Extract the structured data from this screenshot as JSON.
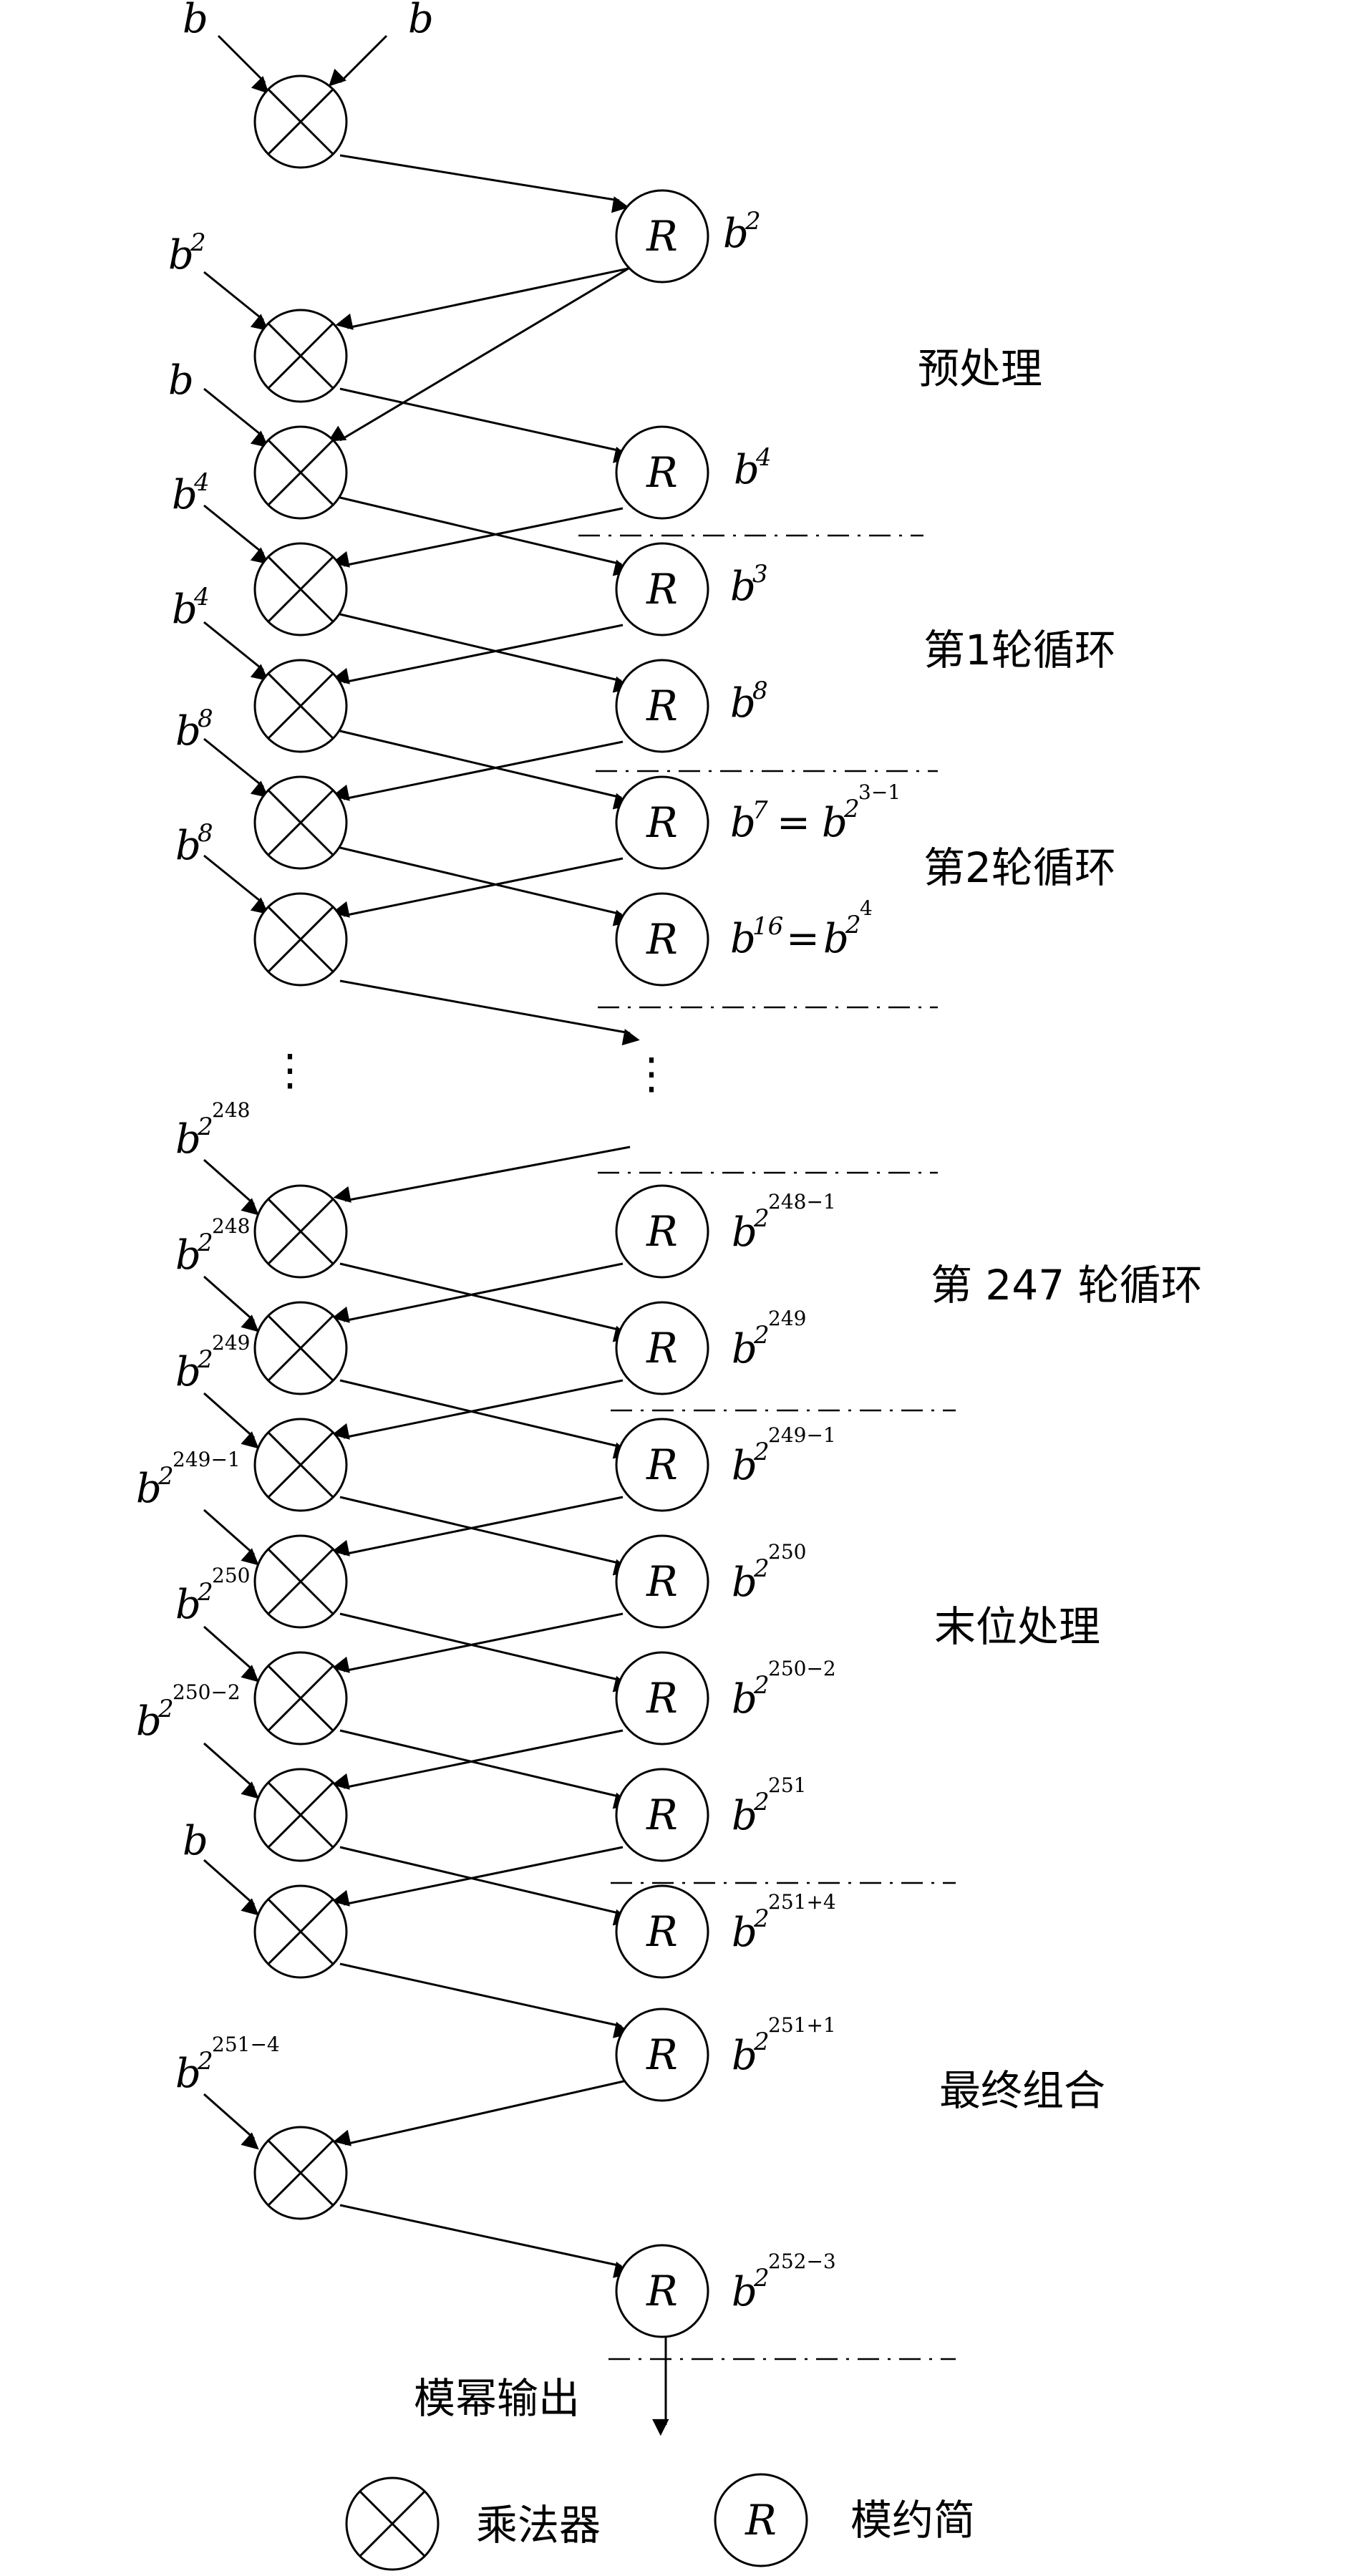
{
  "stage_labels": {
    "preprocess": "预处理",
    "round1": "第1轮循环",
    "round2": "第2轮循环",
    "round247": "第 247 轮循环",
    "final_bits": "末位处理",
    "final_combine": "最终组合"
  },
  "output_label": "模幂输出",
  "legend": {
    "multiplier": "乘法器",
    "reducer": "模约简"
  },
  "reducer_letter": "R",
  "ellipsis": "⋮",
  "inputs": {
    "in_b": "b",
    "in_b_sq": "b",
    "in_b_sq_exp": "2",
    "in_b4": "b",
    "in_b4_exp": "4",
    "in_b8": "b",
    "in_b8_exp": "8",
    "tower_base": "b",
    "tower_2": "2",
    "e248": "248",
    "e249": "249",
    "e249m1": "249−1",
    "e250": "250",
    "e250m2": "250−2",
    "e251m4": "251−4"
  },
  "outputs": {
    "b": "b",
    "b2_exp": "2",
    "b4_exp": "4",
    "b3_exp": "3",
    "b8_exp": "8",
    "b7_exp": "7",
    "b16_exp": "16",
    "equals": "=",
    "exp_3m1": "3−1",
    "exp_4": "4",
    "o248m1": "248−1",
    "o249": "249",
    "o249m1": "249−1",
    "o250": "250",
    "o250m2": "250−2",
    "o251": "251",
    "o251p4": "251+4",
    "o251p1": "251+1",
    "o252m3": "252−3"
  }
}
